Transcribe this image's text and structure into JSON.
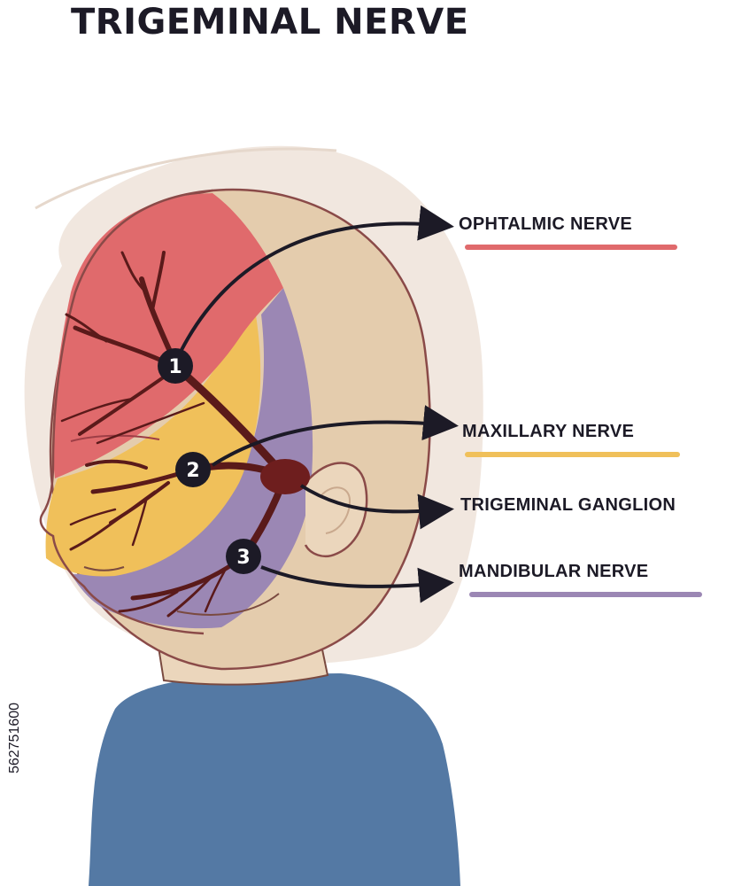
{
  "title": "TRIGEMINAL NERVE",
  "labels": [
    {
      "id": "ophthalmic",
      "text": "OPHTALMIC NERVE",
      "color": "#e06a6c"
    },
    {
      "id": "maxillary",
      "text": "MAXILLARY NERVE",
      "color": "#f0c05a"
    },
    {
      "id": "ganglion",
      "text": "TRIGEMINAL GANGLION",
      "color": ""
    },
    {
      "id": "mandibular",
      "text": "MANDIBULAR NERVE",
      "color": "#9b87b4"
    }
  ],
  "markers": [
    "1",
    "2",
    "3"
  ],
  "stock_id": "562751600",
  "colors": {
    "skin": "#e4ccad",
    "shirt": "#5479a4",
    "ophthalmic_zone": "#e06a6c",
    "maxillary_zone": "#f0c05a",
    "mandibular_zone": "#9b87b4",
    "nerve": "#5a1a1a",
    "text": "#1c1a26"
  }
}
